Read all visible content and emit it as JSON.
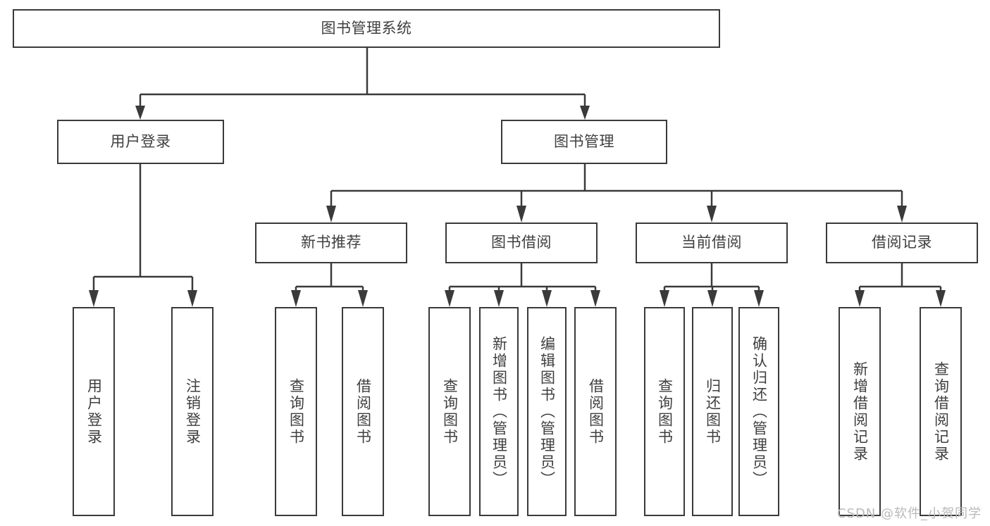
{
  "diagram": {
    "title_node": {
      "label": "图书管理系统"
    },
    "level2": [
      {
        "label": "用户登录"
      },
      {
        "label": "图书管理"
      }
    ],
    "level3": [
      {
        "label": "新书推荐"
      },
      {
        "label": "图书借阅"
      },
      {
        "label": "当前借阅"
      },
      {
        "label": "借阅记录"
      }
    ],
    "leaves": {
      "user_login": [
        {
          "label": "用户登录"
        },
        {
          "label": "注销登录"
        }
      ],
      "new_book_recommend": [
        {
          "label": "查询图书"
        },
        {
          "label": "借阅图书"
        }
      ],
      "book_borrow": [
        {
          "label": "查询图书"
        },
        {
          "label": "新增图书（管理员）"
        },
        {
          "label": "编辑图书（管理员）"
        },
        {
          "label": "借阅图书"
        }
      ],
      "current_borrow": [
        {
          "label": "查询图书"
        },
        {
          "label": "归还图书"
        },
        {
          "label": "确认归还（管理员）"
        }
      ],
      "borrow_record": [
        {
          "label": "新增借阅记录"
        },
        {
          "label": "查询借阅记录"
        }
      ]
    },
    "watermark": "CSDN @软件_小贺同学",
    "colors": {
      "stroke": "#3a3a3a",
      "text": "#3f3f3f",
      "background": "#ffffff",
      "watermark": "#b9b9b9"
    }
  }
}
